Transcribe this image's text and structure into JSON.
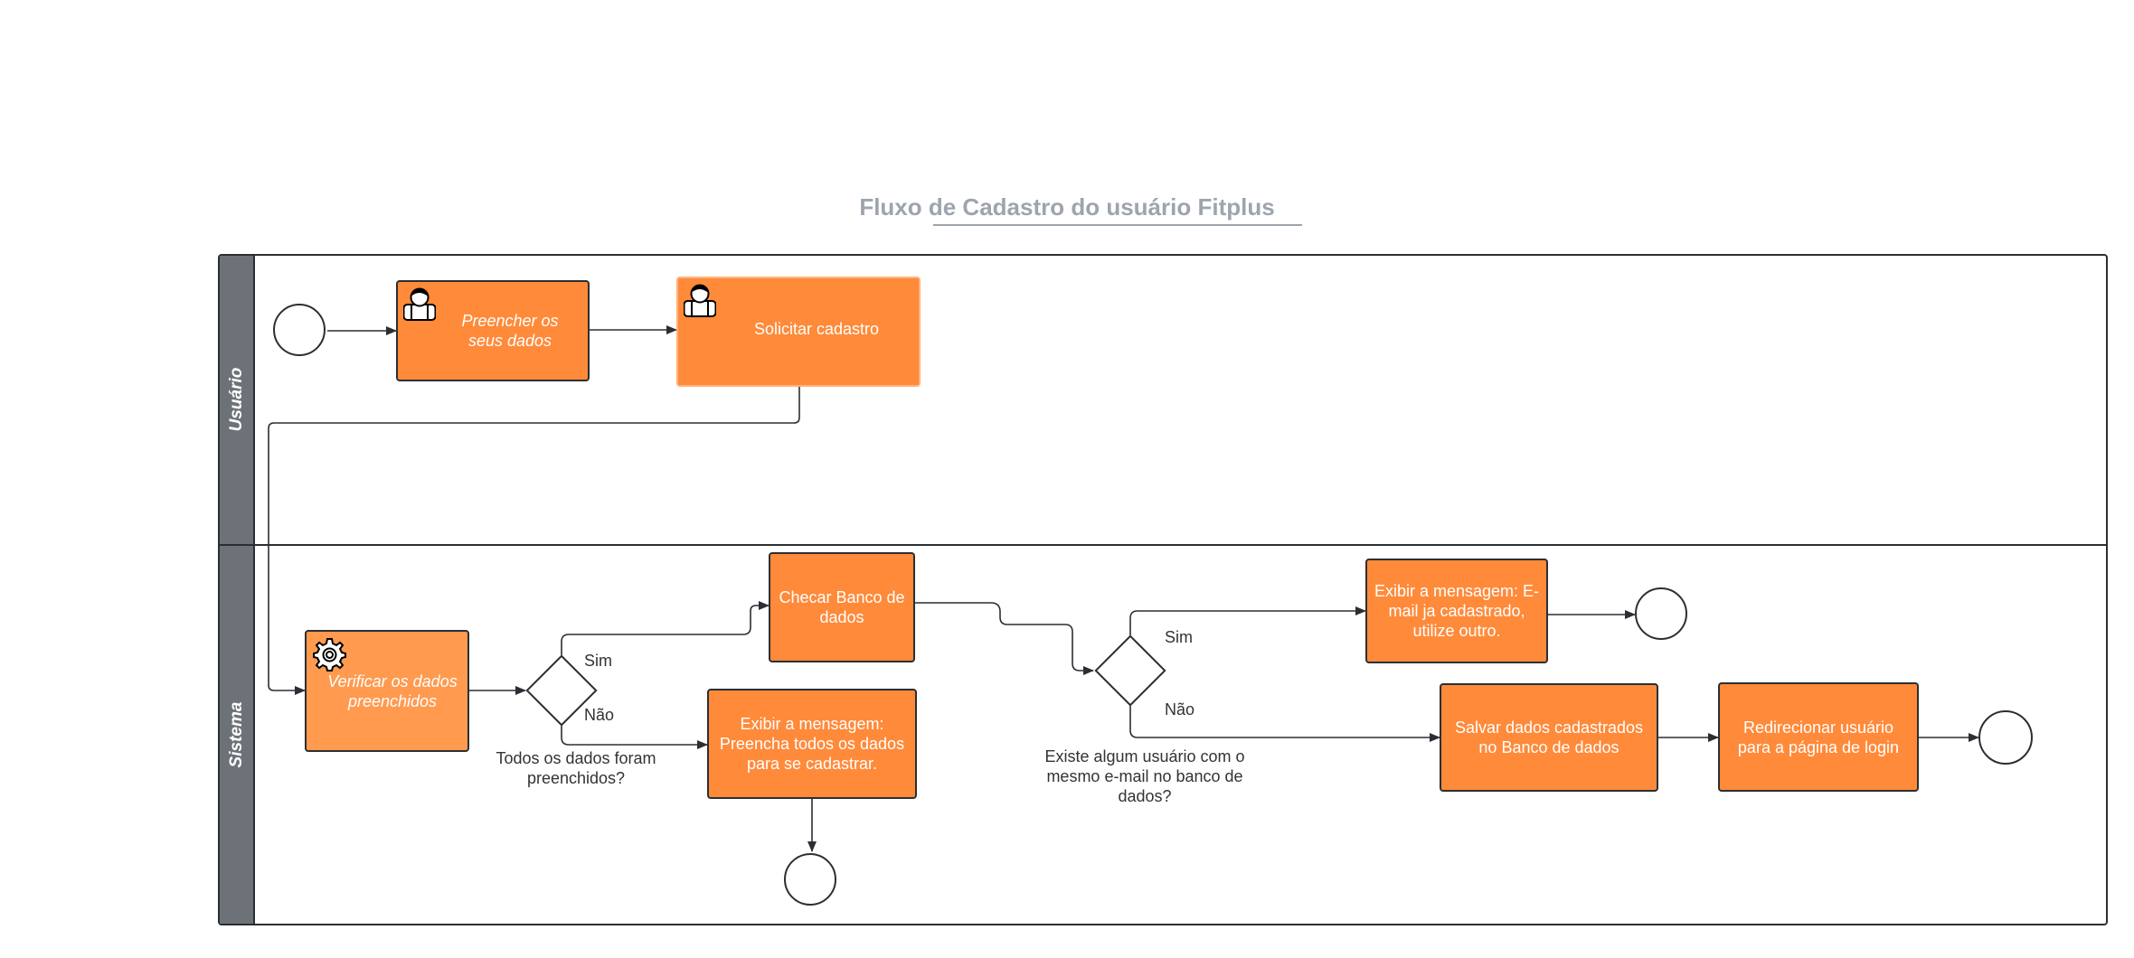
{
  "diagram": {
    "title": "Fluxo de Cadastro do usuário Fitplus",
    "lanes": {
      "usuario": "Usuário",
      "sistema": "Sistema"
    },
    "tasks": {
      "preencher": "Preencher os seus dados",
      "solicitar": "Solicitar cadastro",
      "verificar": "Verificar os dados preenchidos",
      "checar": "Checar Banco de dados",
      "exibir_preencha": "Exibir a mensagem: Preencha todos os dados para se cadastrar.",
      "exibir_email": "Exibir a mensagem: E-mail ja cadastrado, utilize outro.",
      "salvar": "Salvar dados cadastrados no Banco de dados",
      "redirecionar": "Redirecionar usuário para a página de login"
    },
    "gateways": {
      "g1_question": "Todos os dados foram preenchidos?",
      "g1_yes": "Sim",
      "g1_no": "Não",
      "g2_question": "Existe algum usuário com o mesmo e-mail no banco de dados?",
      "g2_yes": "Sim",
      "g2_no": "Não"
    },
    "colors": {
      "task": "#ff8a3a",
      "task_light": "#ff9a4f",
      "lane_header": "#6d7279",
      "title": "#9ea4ad",
      "stroke": "#2b2f33"
    },
    "icons": {
      "user_task": "user-icon",
      "service_task": "gear-icon"
    }
  }
}
